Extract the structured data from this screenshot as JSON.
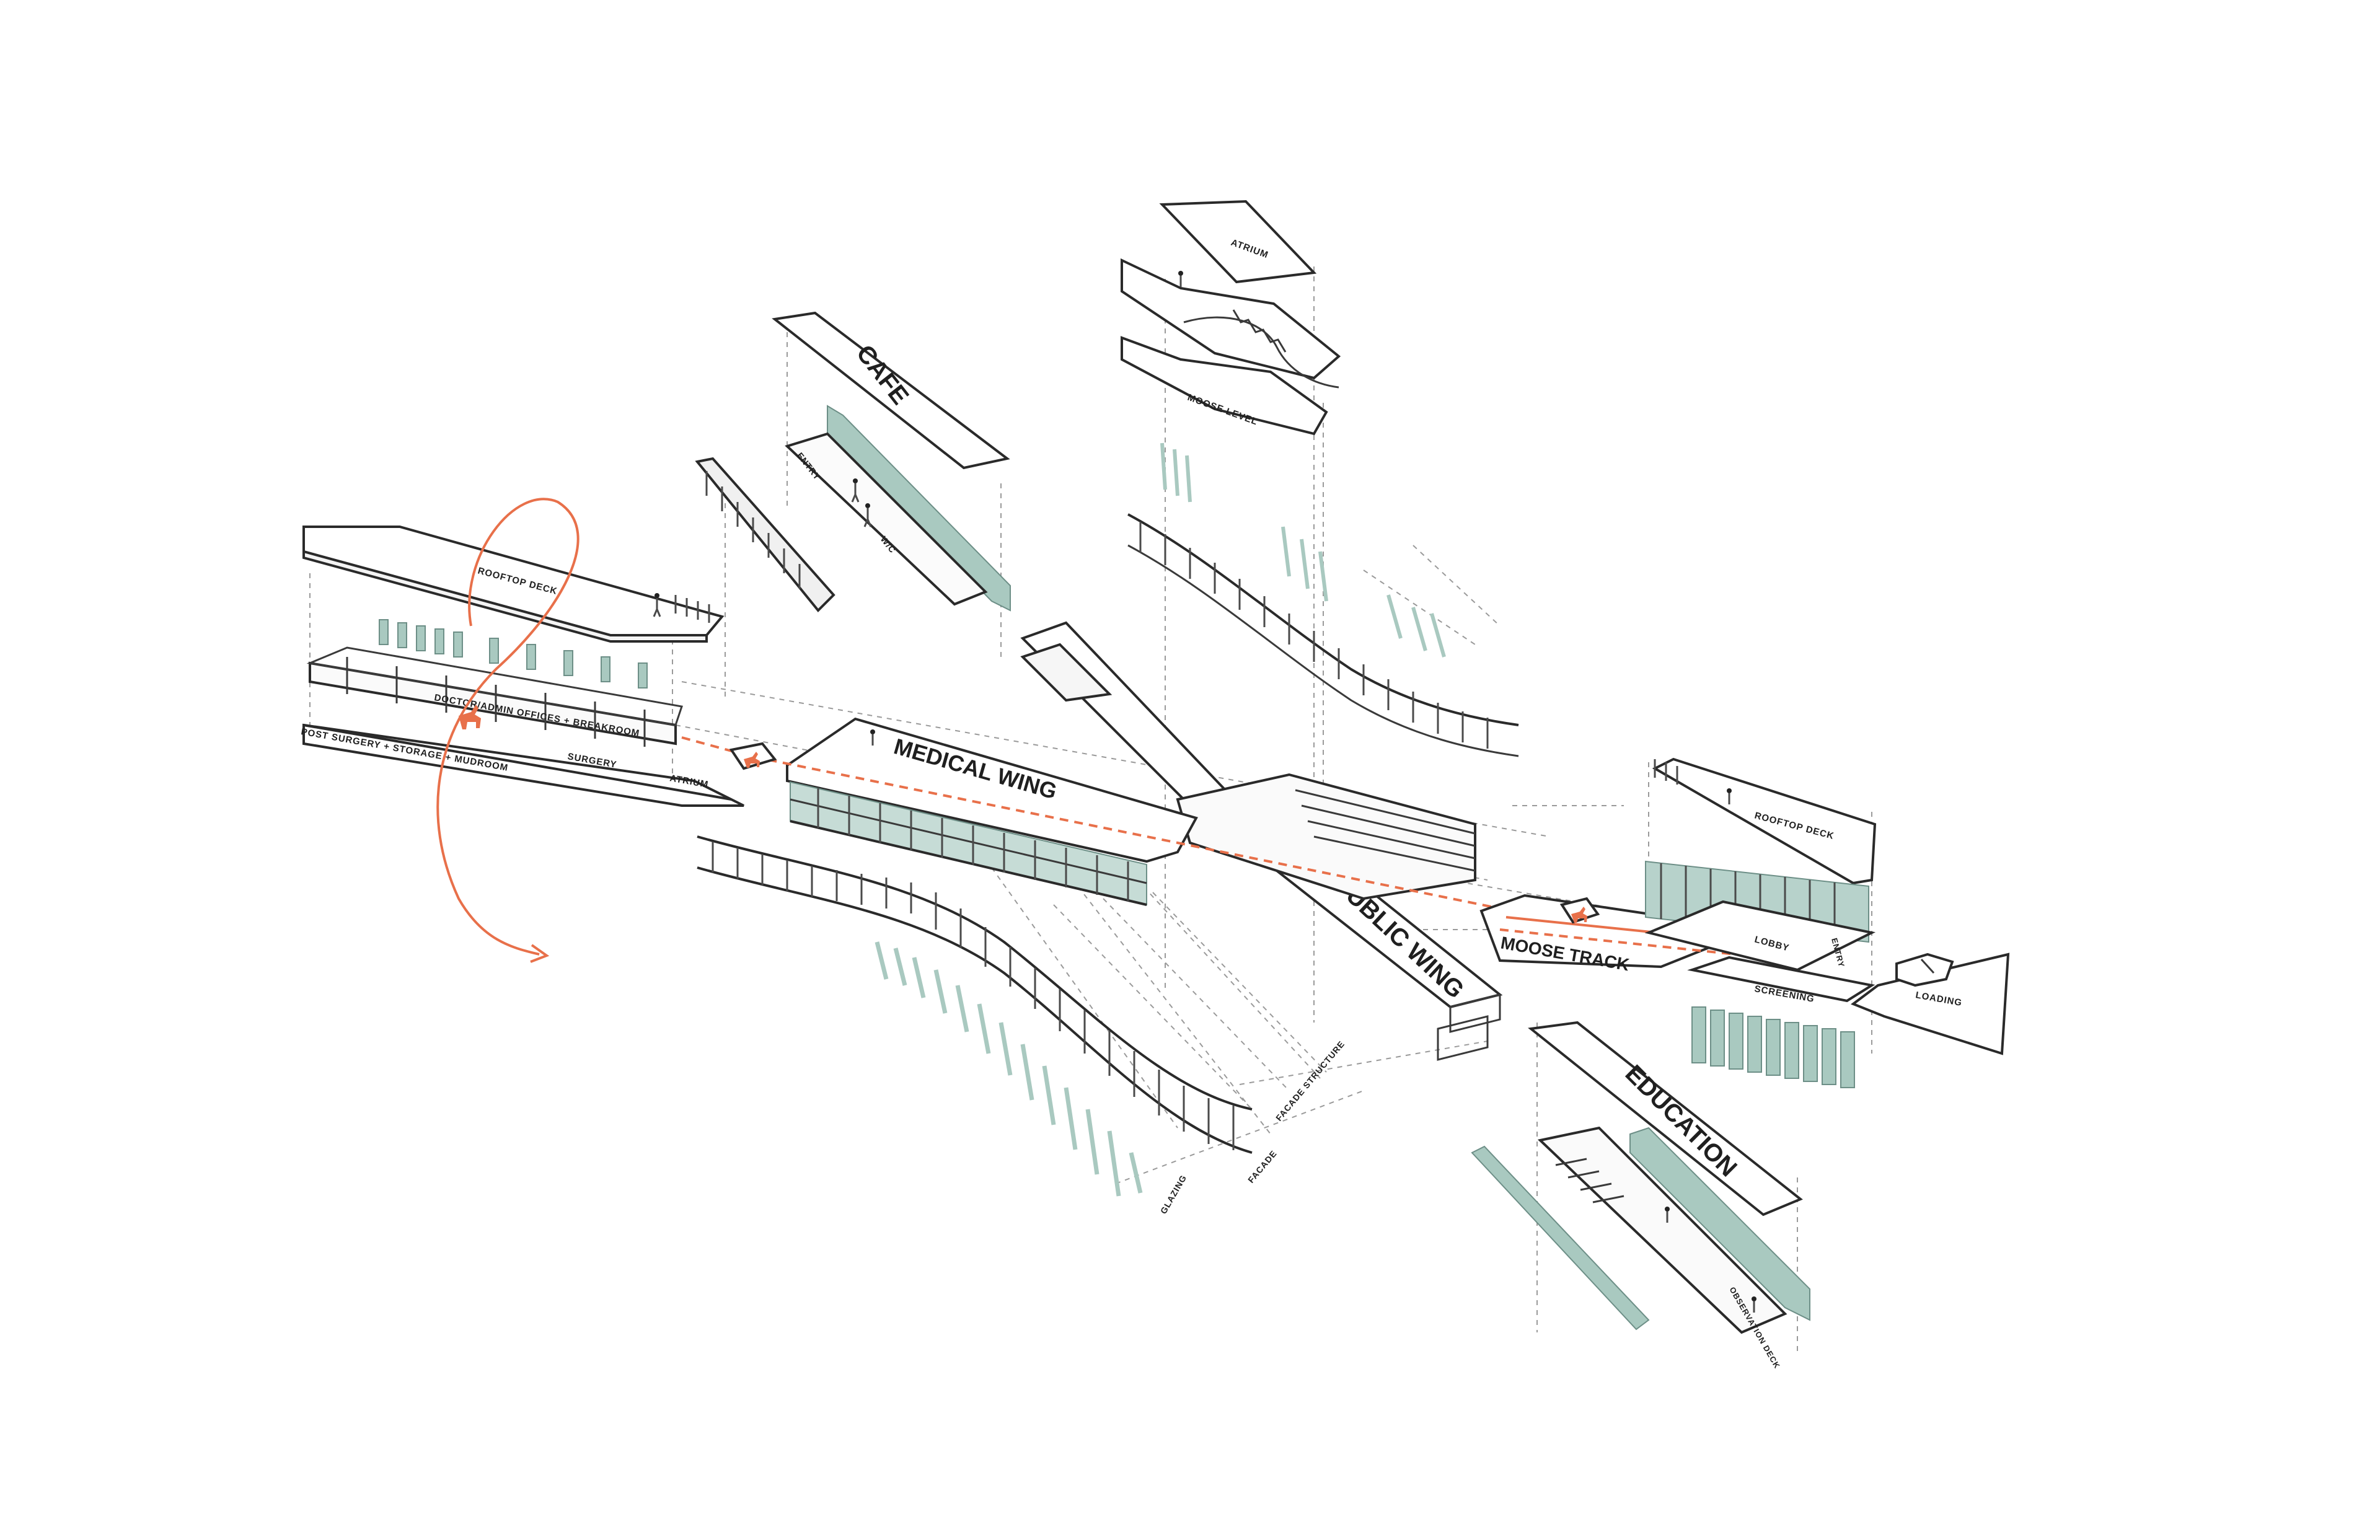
{
  "labels": {
    "cafe": "CAFE",
    "cafe_entry": "ENTRY",
    "cafe_wc": "W/C",
    "atrium_top": "ATRIUM",
    "moose_level": "MOOSE LEVEL",
    "rooftop_deck_left": "ROOFTOP DECK",
    "doctor_admin": "DOCTOR/ADMIN OFFICES + BREAKROOM",
    "post_surgery": "POST SURGERY + STORAGE + MUDROOM",
    "surgery": "SURGERY",
    "atrium_left": "ATRIUM",
    "medical_wing": "MEDICAL WING",
    "public_wing": "PUBLIC WING",
    "moose_track": "MOOSE TRACK",
    "rooftop_deck_right": "ROOFTOP DECK",
    "lobby": "LOBBY",
    "entry_right": "ENTRY",
    "screening": "SCREENING",
    "loading": "LOADING",
    "education": "EDUCATION",
    "observation_deck": "OBSERVATION DECK",
    "facade_structure": "FACADE STRUCTURE",
    "facade": "FACADE",
    "glazing": "GLAZING"
  },
  "colors": {
    "glazing": "#a9c9c0",
    "accent": "#e8704a",
    "line": "#2a2a2a"
  }
}
